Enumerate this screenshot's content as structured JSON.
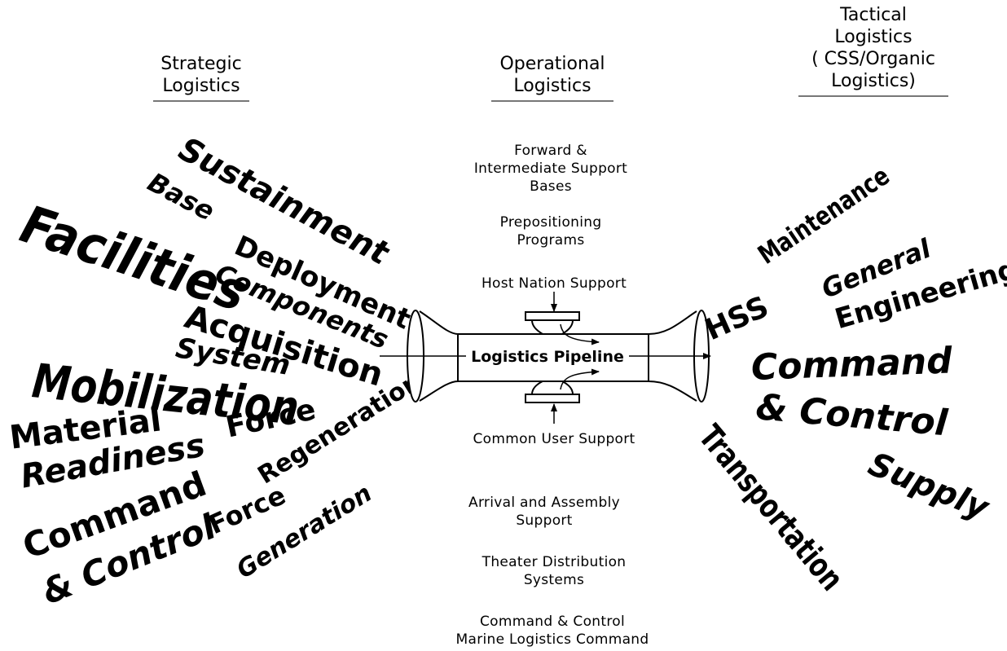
{
  "headers": {
    "strategic": [
      "Strategic",
      "Logistics"
    ],
    "operational": [
      "Operational",
      "Logistics"
    ],
    "tactical": [
      "Tactical",
      "Logistics",
      "( CSS/Organic",
      "Logistics)"
    ]
  },
  "strategic_terms": {
    "sustainment": "Sustainment",
    "base": "Base",
    "facilities": "Facilities",
    "deployment": "Deployment",
    "components": "Components",
    "acquisition": "Acquisition",
    "system": "System",
    "mobilization": "Mobilization",
    "material": "Material",
    "readiness": "Readiness",
    "force_regen_1": "Force",
    "regeneration": "Regeneration",
    "command": "Command",
    "and_control": "& Control",
    "force_gen_1": "Force",
    "generation": "Generation"
  },
  "operational_items": {
    "fwd_1": "Forward &",
    "fwd_2": "Intermediate Support",
    "fwd_3": "Bases",
    "prepo_1": "Prepositioning",
    "prepo_2": "Programs",
    "hns": "Host Nation Support",
    "pipeline": "Logistics Pipeline",
    "cus": "Common User Support",
    "arrival_1": "Arrival and Assembly",
    "arrival_2": "Support",
    "tds_1": "Theater Distribution",
    "tds_2": "Systems",
    "c2_1": "Command & Control",
    "c2_2": "Marine Logistics Command"
  },
  "tactical_terms": {
    "maintenance": "Maintenance",
    "general": "General",
    "engineering": "Engineering",
    "hss": "HSS",
    "command": "Command",
    "and_control": "& Control",
    "transportation": "Transportation",
    "supply": "Supply"
  }
}
